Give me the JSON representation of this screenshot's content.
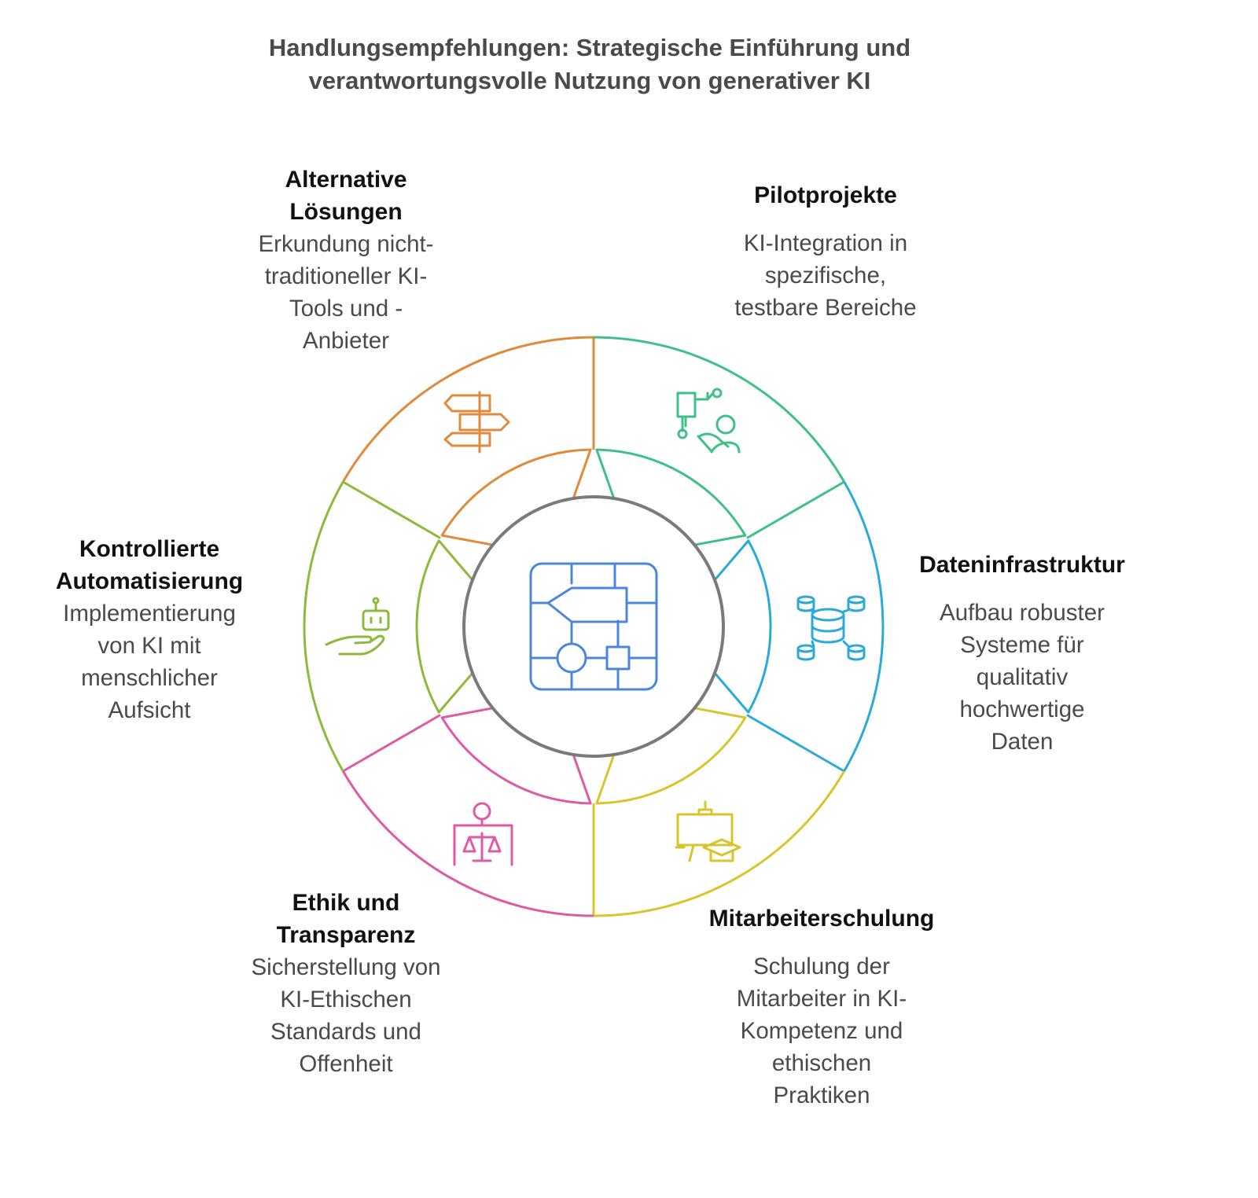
{
  "title": {
    "line1": "Handlungsempfehlungen: Strategische Einführung und",
    "line2": "verantwortungsvolle Nutzung von generativer KI"
  },
  "segments": [
    {
      "id": "alternative",
      "color": "#e08a3c",
      "icon": "signpost-icon",
      "heading_lines": [
        "Alternative",
        "Lösungen"
      ],
      "description": "Erkundung nicht-\ntraditioneller KI-\nTools und -\nAnbieter"
    },
    {
      "id": "pilot",
      "color": "#3fc086",
      "icon": "robot-arm-person-icon",
      "heading_lines": [
        "Pilotprojekte"
      ],
      "description": "KI-Integration in\nspezifische,\ntestbare Bereiche"
    },
    {
      "id": "daten",
      "color": "#2aaad8",
      "icon": "database-network-icon",
      "heading_lines": [
        "Dateninfrastruktur"
      ],
      "description": "Aufbau robuster\nSysteme für\nqualitativ\nhochwertige\nDaten"
    },
    {
      "id": "mitarbeiter",
      "color": "#d8c52a",
      "icon": "training-board-cap-icon",
      "heading_lines": [
        "Mitarbeiterschulung"
      ],
      "description": "Schulung der\nMitarbeiter in KI-\nKompetenz und\nethischen\nPraktiken"
    },
    {
      "id": "ethik",
      "color": "#de5aa6",
      "icon": "person-scales-icon",
      "heading_lines": [
        "Ethik und",
        "Transparenz"
      ],
      "description": "Sicherstellung von\nKI-Ethischen\nStandards und\nOffenheit"
    },
    {
      "id": "kontroll",
      "color": "#8cbb3c",
      "icon": "robot-hand-icon",
      "heading_lines": [
        "Kontrollierte",
        "Automatisierung"
      ],
      "description": "Implementierung\nvon KI mit\nmenschlicher\nAufsicht"
    }
  ],
  "center": {
    "icon": "ai-chip-icon",
    "color": "#4a86e0",
    "ring_color": "#7a7a7a"
  }
}
